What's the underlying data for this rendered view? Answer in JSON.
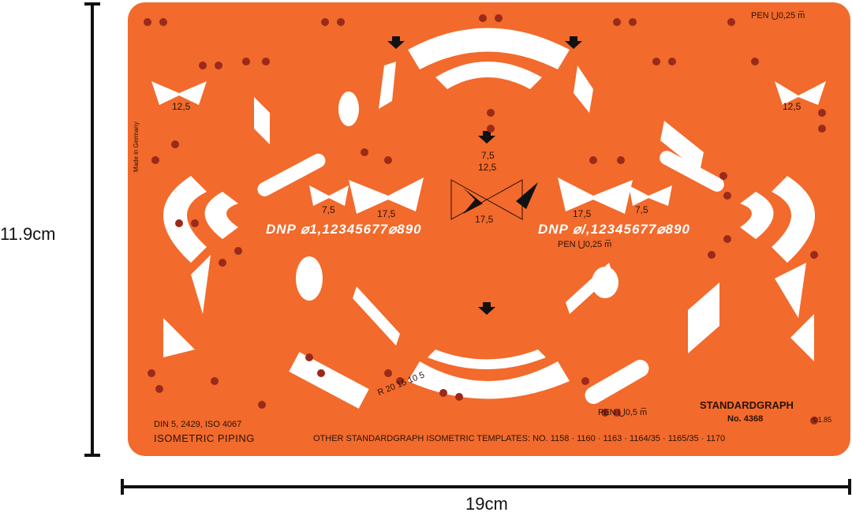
{
  "dimensions": {
    "height_label": "11.9cm",
    "width_label": "19cm"
  },
  "template": {
    "color": "#f26a2c",
    "hole_color": "#9a2a1a",
    "pen_top": "PEN ⋃0,25 m̅",
    "pen_middle": "PEN ⋃0,25 m̅",
    "pen_bottom": "PEN ⋃0,5 m̅",
    "made_in": "Made in Germany",
    "sizes": {
      "left_top": "12,5",
      "right_top": "12,5",
      "center_a": "7,5",
      "center_b": "12,5",
      "left_small": "7,5",
      "left_large": "17,5",
      "right_large": "17,5",
      "right_small": "7,5",
      "center_bottom": "17,5"
    },
    "lettering_left": "DNP ⌀1,12345677⌀890",
    "lettering_right": "DNP ⌀/,12345677⌀890",
    "radii": "R 20 15 10 5",
    "brand": "STANDARDGRAPH",
    "model": "No. 4368",
    "copyright": "©1.85",
    "standards": "DIN 5, 2429, ISO 4067",
    "product_name": "ISOMETRIC PIPING",
    "other_templates": "OTHER STANDARDGRAPH ISOMETRIC TEMPLATES: NO. 1158 · 1160 · 1163 · 1164/35 · 1165/35 · 1170"
  }
}
